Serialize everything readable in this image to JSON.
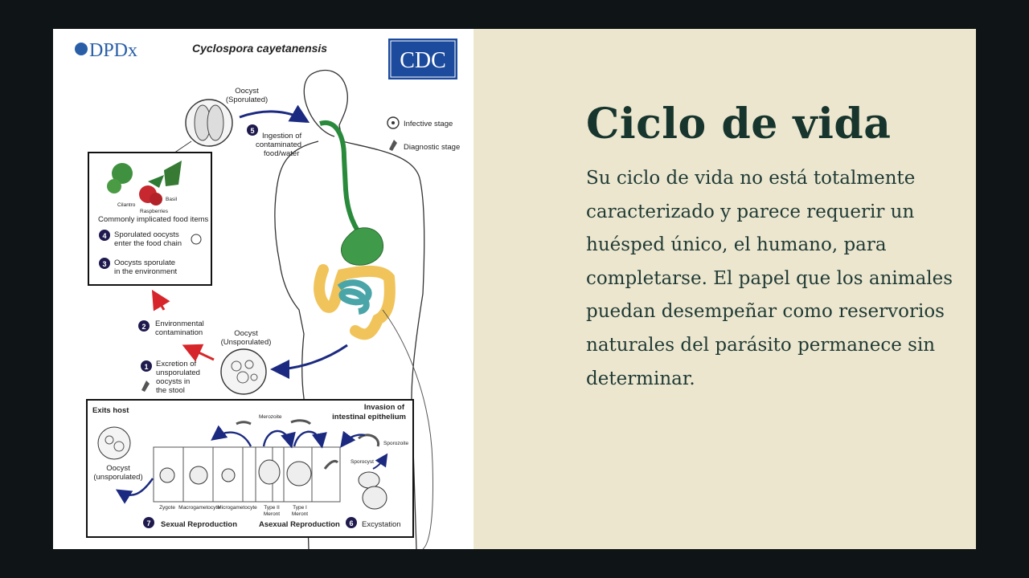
{
  "slide": {
    "title": "Ciclo de vida",
    "body": "Su ciclo de vida no está totalmente caracterizado y parece requerir un huésped único, el humano, para completarse. El papel que los animales puedan desempeñar como reservorios naturales del parásito permanece sin determinar."
  },
  "figure": {
    "logo_left": "DPDx",
    "title": "Cyclospora cayetanensis",
    "logo_right": "CDC",
    "legend": {
      "infective": "Infective stage",
      "diagnostic": "Diagnostic stage"
    },
    "oocyst_sporulated": [
      "Oocyst",
      "(Sporulated)"
    ],
    "oocyst_unsporulated": [
      "Oocyst",
      "(Unsporulated)"
    ],
    "food": {
      "cilantro": "Cilantro",
      "basil": "Basil",
      "raspberries": "Raspberries",
      "caption": "Commonly implicated food items"
    },
    "steps": {
      "s1": {
        "num": "1",
        "lines": [
          "Excretion of",
          "unsporulated",
          "oocysts in",
          "the stool"
        ]
      },
      "s2": {
        "num": "2",
        "lines": [
          "Environmental",
          "contamination"
        ]
      },
      "s3": {
        "num": "3",
        "lines": [
          "Oocysts sporulate",
          "in the environment"
        ]
      },
      "s4": {
        "num": "4",
        "lines": [
          "Sporulated oocysts",
          "enter the food chain"
        ]
      },
      "s5": {
        "num": "5",
        "lines": [
          "Ingestion of",
          "contaminated",
          "food/water"
        ]
      },
      "s6": {
        "num": "6",
        "label": "Excystation"
      },
      "s7": {
        "num": "7",
        "label": "Sexual Reproduction"
      }
    },
    "asexual": "Asexual Reproduction",
    "exits_host": "Exits host",
    "invasion": [
      "Invasion of",
      "intestinal epithelium"
    ],
    "merozoite": "Merozoite",
    "sporozoite": "Sporozoite",
    "sporocyst": "Sporocyst",
    "oocyst_box": [
      "Oocyst",
      "(unsporulated)"
    ],
    "cells": {
      "zygote": "Zygote",
      "macrogametocyte": "Macrogametocyte",
      "microgametocyte": "Microgametocyte",
      "type2": [
        "Type II",
        "Meront"
      ],
      "type1": [
        "Type I",
        "Meront"
      ]
    }
  }
}
